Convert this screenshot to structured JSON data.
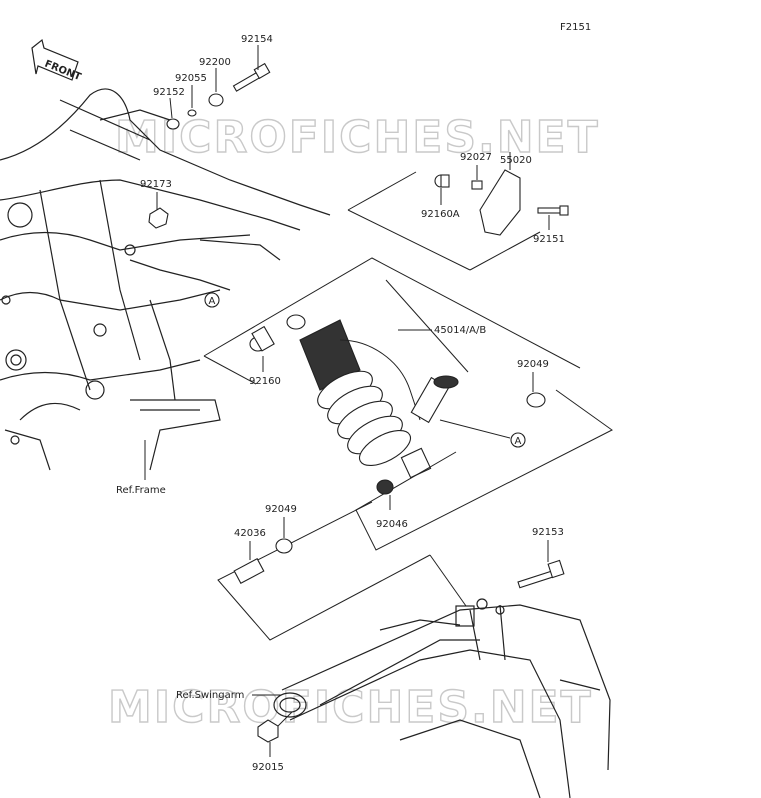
{
  "figure_code": "F2151",
  "front_arrow_label": "FRONT",
  "watermark": "MICROFICHES.NET",
  "parts": {
    "p92154": "92154",
    "p92200": "92200",
    "p92055": "92055",
    "p92152": "92152",
    "p92173": "92173",
    "p92027": "92027",
    "p55020": "55020",
    "p92160A": "92160A",
    "p92151": "92151",
    "p45014": "45014/A/B",
    "p92049a": "92049",
    "p92160": "92160",
    "p92046": "92046",
    "p92049b": "92049",
    "p42036": "42036",
    "p92153": "92153",
    "p92015": "92015"
  },
  "refs": {
    "frame": "Ref.Frame",
    "swingarm": "Ref.Swingarm"
  },
  "callout_letter": "A"
}
